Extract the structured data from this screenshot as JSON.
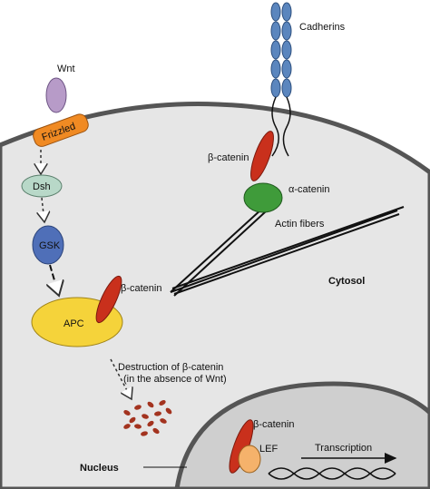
{
  "labels": {
    "wnt": "Wnt",
    "frizzled": "Frizzled",
    "dsh": "Dsh",
    "gsk": "GSK",
    "apc": "APC",
    "beta_catenin_apc": "β-catenin",
    "beta_catenin_membrane": "β-catenin",
    "alpha_catenin": "α-catenin",
    "actin_fibers": "Actin fibers",
    "cadherins": "Cadherins",
    "cytosol": "Cytosol",
    "destruction_line1": "Destruction of β-catenin",
    "destruction_line2": "(in the absence of Wnt)",
    "nucleus": "Nucleus",
    "beta_catenin_nucleus": "β-catenin",
    "lef": "LEF",
    "transcription": "Transcription"
  },
  "colors": {
    "cell_fill": "#e6e6e6",
    "nucleus_fill": "#cfcfcf",
    "membrane": "#555555",
    "wnt": "#b79bc8",
    "frizzled": "#f08a23",
    "dsh": "#b8d8c8",
    "gsk": "#4f6fb8",
    "apc": "#f5d33a",
    "beta_catenin": "#c9301c",
    "alpha_catenin": "#3f9b3a",
    "cadherin": "#5b86be",
    "lef": "#f5b26b"
  }
}
